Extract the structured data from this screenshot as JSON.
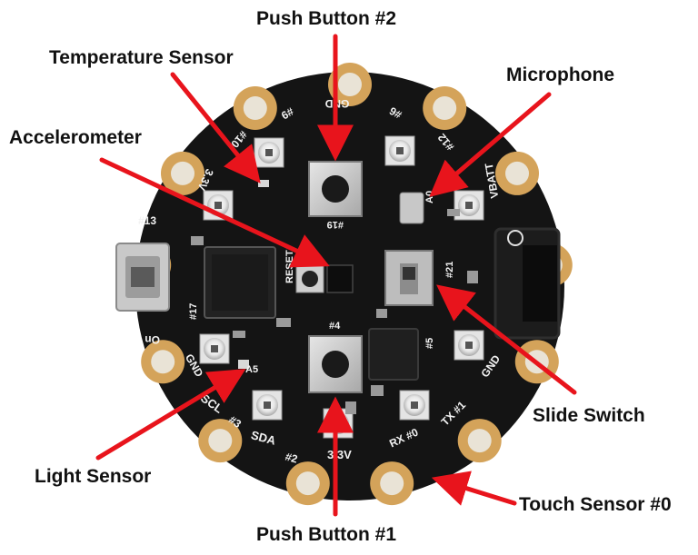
{
  "callouts": {
    "push_button_2": "Push Button #2",
    "temperature_sensor": "Temperature Sensor",
    "microphone": "Microphone",
    "accelerometer": "Accelerometer",
    "slide_switch": "Slide Switch",
    "light_sensor": "Light Sensor",
    "touch_sensor_0": "Touch Sensor #0",
    "push_button_1": "Push Button #1"
  },
  "board_labels": {
    "gnd_top": "GND",
    "pad_9": "#9",
    "pad_6": "#6",
    "pad_12": "#12",
    "pad_10": "#10",
    "vbatt": "VBATT",
    "v3_3": "3.3V",
    "pad_13": "#13",
    "pad_19": "#19",
    "reset": "RESET",
    "pad_17": "#17",
    "pad_4": "#4",
    "pad_21": "#21",
    "pad_5": "#5",
    "gnd_left": "GND",
    "gnd_right": "GND",
    "on": "On",
    "scl": "SCL",
    "pad_3": "#3",
    "sda": "SDA",
    "pad_2": "#2",
    "v3_3_bottom": "3.3V",
    "rx_0": "RX #0",
    "tx_1": "TX #1",
    "a5": "A5",
    "a0": "A0"
  },
  "colors": {
    "callout_arrow": "#e8141c",
    "board": "#141414",
    "pad_gold": "#d4a35a",
    "pad_hole": "#e9e3d6"
  }
}
